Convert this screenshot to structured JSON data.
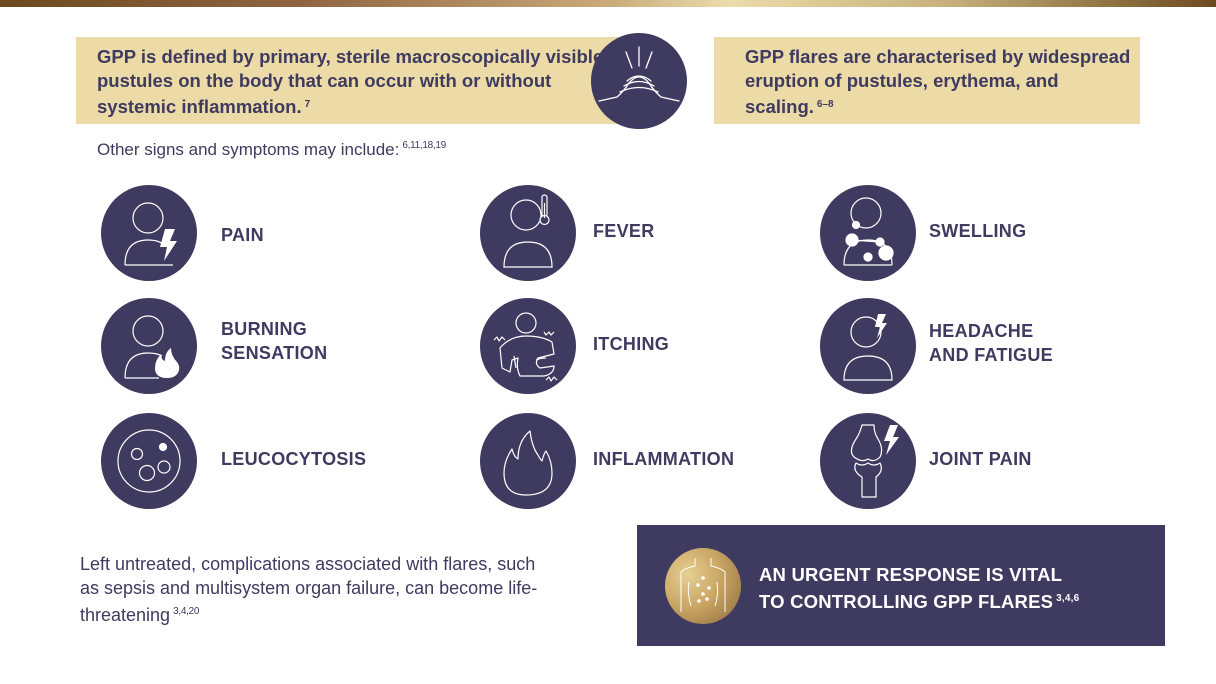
{
  "colors": {
    "primary": "#3f3a60",
    "callout_bg": "#ecdba7",
    "gold_dark": "#6b4a1f",
    "gold_light": "#ecdcab",
    "white": "#ffffff"
  },
  "callouts": [
    {
      "text": "GPP is defined by primary, sterile macroscopically visible pustules on the body that can occur with or without systemic inflammation.",
      "ref": "7",
      "icon": "pustule-skin-icon"
    },
    {
      "text": "GPP flares are characterised by widespread eruption of pustules, erythema, and scaling.",
      "ref": "6–8"
    }
  ],
  "intro": {
    "text": "Other signs and symptoms may include:",
    "ref": "6,11,18,19"
  },
  "symptoms": [
    {
      "label": "PAIN",
      "icon": "person-lightning-icon"
    },
    {
      "label": "FEVER",
      "icon": "person-thermometer-icon"
    },
    {
      "label": "SWELLING",
      "icon": "person-swelling-icon"
    },
    {
      "label": "BURNING\nSENSATION",
      "icon": "person-flame-icon"
    },
    {
      "label": "ITCHING",
      "icon": "person-scratching-icon"
    },
    {
      "label": "HEADACHE\nAND FATIGUE",
      "icon": "person-headache-icon"
    },
    {
      "label": "LEUCOCYTOSIS",
      "icon": "cells-icon"
    },
    {
      "label": "INFLAMMATION",
      "icon": "flame-icon"
    },
    {
      "label": "JOINT PAIN",
      "icon": "knee-joint-icon"
    }
  ],
  "closing": {
    "text": "Left untreated, complications associated with flares, such as sepsis and multisystem organ failure, can become life-threatening",
    "ref": "3,4,20"
  },
  "urgent": {
    "line1": "AN URGENT RESPONSE IS VITAL",
    "line2": "TO CONTROLLING GPP FLARES",
    "ref": "3,4,6",
    "icon": "torso-pustules-icon"
  }
}
